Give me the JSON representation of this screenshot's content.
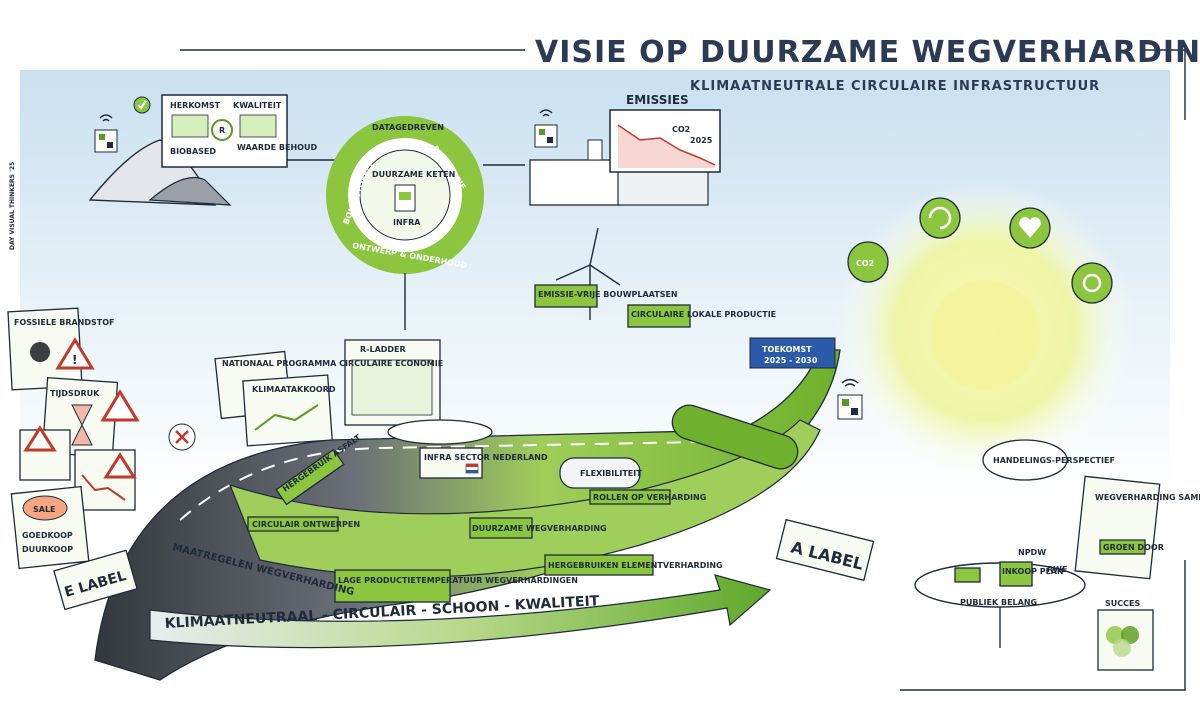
{
  "header": {
    "title": "VISIE OP DUURZAME WEGVERHARDING",
    "subtitle": "KLIMAATNEUTRALE CIRCULAIRE INFRASTRUCTUUR"
  },
  "credit": "DAY VISUAL THINKERS '25",
  "cycle": {
    "top_label": "DATAGEDREVEN",
    "segments": [
      "BOUWSTOFFEN",
      "PRODUCTIE",
      "ONTWERP & ONDERHOUD"
    ],
    "center": "DUURZAME KETEN",
    "center_tag": "INFRA"
  },
  "left_board": {
    "items": [
      "HERKOMST",
      "KWALITEIT",
      "BIOBASED",
      "WAARDE BEHOUD"
    ],
    "badge": "R"
  },
  "emissions_board": {
    "title": "EMISSIES",
    "labels": [
      "CO2",
      "2025"
    ]
  },
  "future_icons": [
    "CO2",
    "circular-arrows",
    "heart",
    "quality-check"
  ],
  "warnings": {
    "fossil": "FOSSIELE BRANDSTOF",
    "time": "TIJDSDRUK",
    "sale": "SALE",
    "cheap": "GOEDKOOP",
    "expensive": "DUURKOOP"
  },
  "central_scene": {
    "r_ladder": "R-LADDER",
    "programs": [
      "NATIONAAL PROGRAMMA CIRCULAIRE ECONOMIE",
      "KLIMAATAKKOORD"
    ],
    "infra_sign": "INFRA SECTOR NEDERLAND",
    "toekomst": "TOEKOMST",
    "toekomst_years": "2025 - 2030",
    "factory_signs": [
      "EMISSIE-VRIJE BOUWPLAATSEN",
      "CIRCULAIRE LOKALE PRODUCTIE"
    ]
  },
  "road_signs": {
    "hergebruik": "HERGEBRUIK ASFALT",
    "circulair": "CIRCULAIR ONTWERPEN",
    "lage_temp": "LAGE PRODUCTIETEMPERATUUR WEGVERHARDINGEN",
    "maatregelen": "MAATREGELEN WEGVERHARDING",
    "duurzame": "DUURZAME WEGVERHARDING",
    "hergebruiken": "HERGEBRUIKEN ELEMENTVERHARDING",
    "tank": "FLEXIBILITEIT",
    "rollen": "ROLLEN OP VERHARDING"
  },
  "labels": {
    "a_label": "A LABEL",
    "e_label": "E LABEL"
  },
  "arrow_text": "KLIMAATNEUTRAAL - CIRCULAIR - SCHOON - KWALITEIT",
  "right_scene": {
    "handelings": "HANDELINGS-PERSPECTIEF",
    "wegverharding_sign": "WEGVERHARDING SAMEN MET GROENE DOELEN",
    "groen": "GROEN DOOR",
    "table_label": "PUBLIEK BELANG",
    "table_cards": [
      "NPDW",
      "INKOOP PLAN",
      "RWE"
    ],
    "succes": "SUCCES"
  },
  "colors": {
    "green": "#8cc63f",
    "dark_green": "#5a9a1e",
    "ink": "#2b3a55",
    "sky": "#cfe4f2",
    "asphalt": "#3a3f46"
  }
}
